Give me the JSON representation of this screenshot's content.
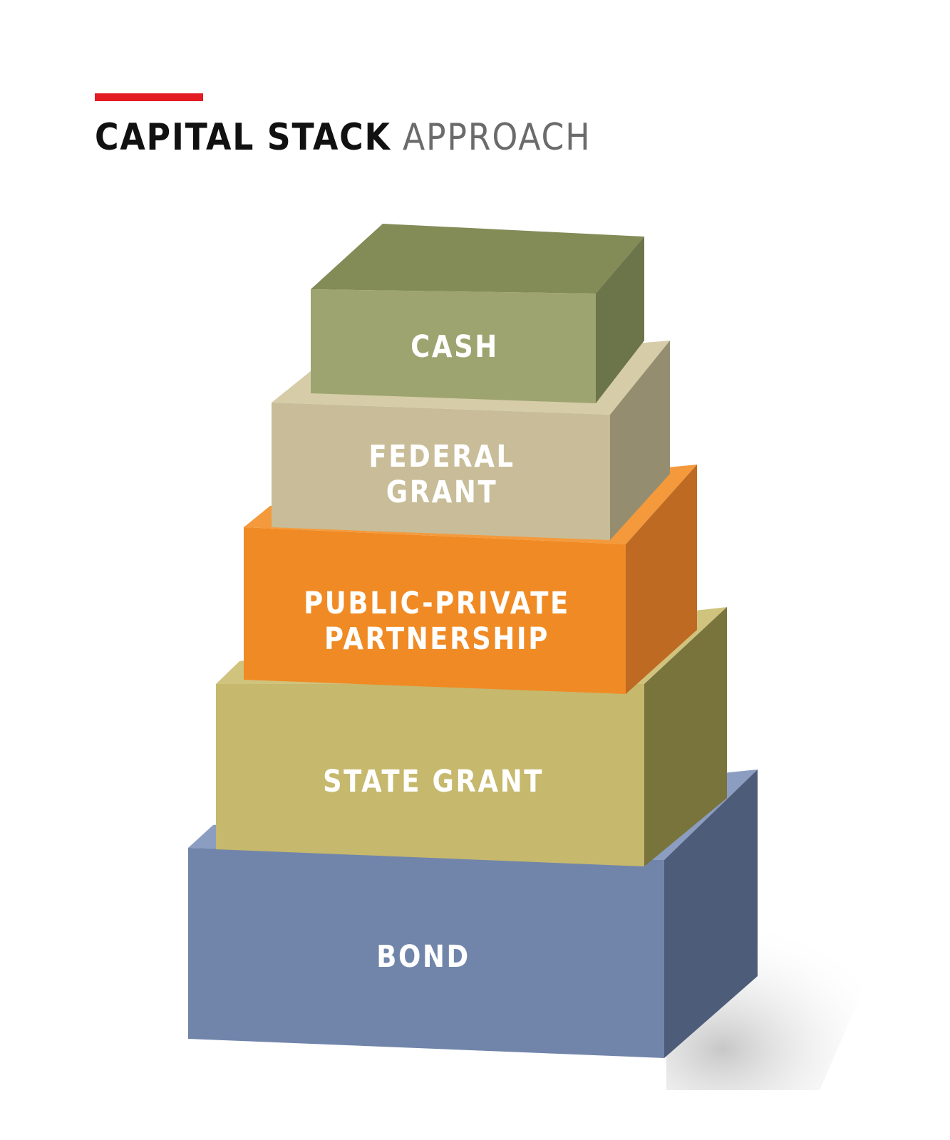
{
  "title": {
    "strong": "CAPITAL STACK",
    "light": "APPROACH"
  },
  "colors": {
    "title_rule": "#e31b23",
    "title_strong": "#111111",
    "title_light": "#6b6b6b",
    "bond": "#7185ab",
    "state_grant": "#c6b86c",
    "public_private": "#f08a24",
    "federal_grant": "#c8bd98",
    "cash": "#9da46f"
  },
  "blocks": [
    {
      "id": "cash",
      "lines": [
        "CASH"
      ]
    },
    {
      "id": "federal_grant",
      "lines": [
        "FEDERAL",
        "GRANT"
      ]
    },
    {
      "id": "public_private",
      "lines": [
        "PUBLIC-PRIVATE",
        "PARTNERSHIP"
      ]
    },
    {
      "id": "state_grant",
      "lines": [
        "STATE GRANT"
      ]
    },
    {
      "id": "bond",
      "lines": [
        "BOND"
      ]
    }
  ]
}
